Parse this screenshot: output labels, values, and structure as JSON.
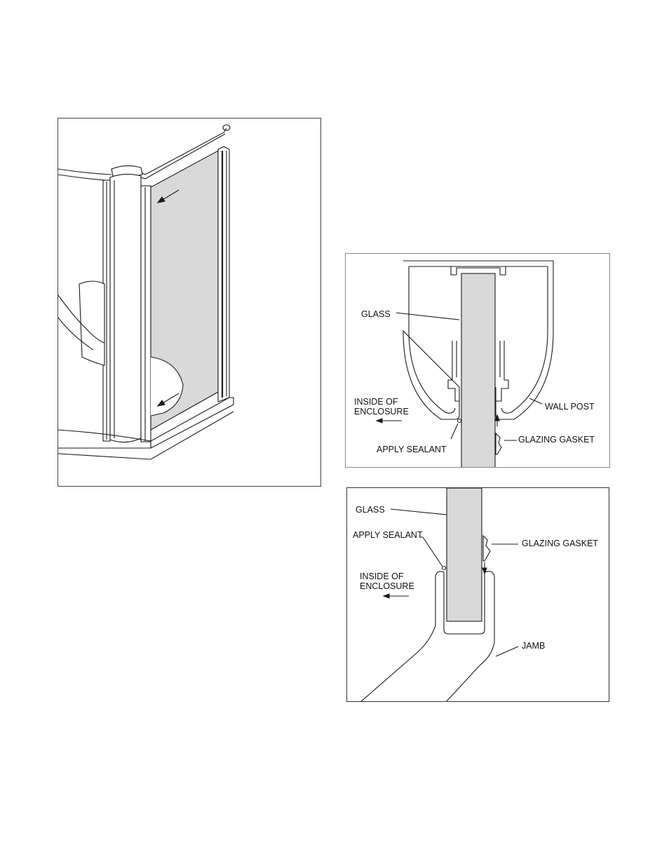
{
  "figures": {
    "wall_post_section": {
      "glass": "GLASS",
      "inside_line1": "INSIDE OF",
      "inside_line2": "ENCLOSURE",
      "wall_post": "WALL POST",
      "apply_sealant": "APPLY SEALANT",
      "glazing_gasket": "GLAZING GASKET"
    },
    "jamb_section": {
      "glass": "GLASS",
      "apply_sealant": "APPLY SEALANT",
      "glazing_gasket": "GLAZING GASKET",
      "inside_line1": "INSIDE OF",
      "inside_line2": "ENCLOSURE",
      "jamb": "JAMB"
    }
  },
  "colors": {
    "glass_fill": "#d9d9d9",
    "stroke": "#1a1a1a"
  }
}
